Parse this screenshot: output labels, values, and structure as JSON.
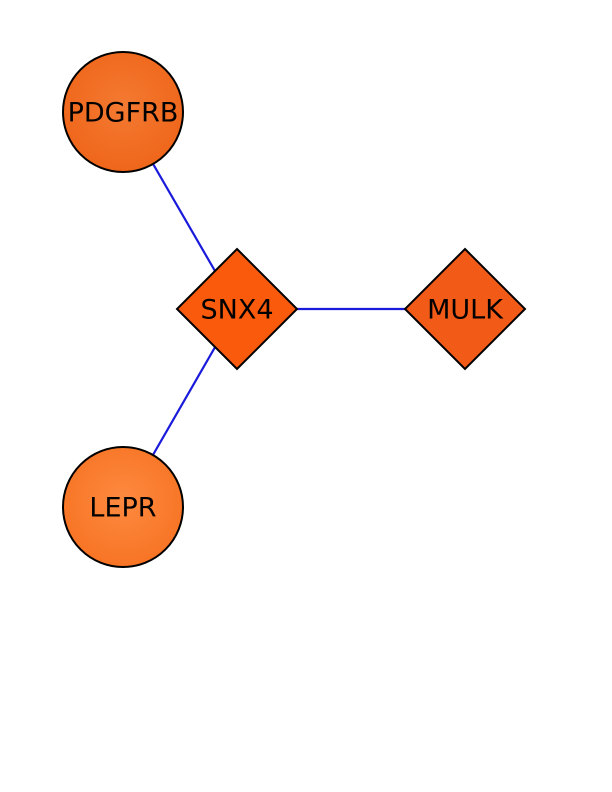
{
  "network": {
    "edge_color": "#1a1adb",
    "nodes": [
      {
        "id": "PDGFRB",
        "label": "PDGFRB",
        "shape": "circle",
        "color": "#f26a22"
      },
      {
        "id": "SNX4",
        "label": "SNX4",
        "shape": "diamond",
        "color": "#f95a0c"
      },
      {
        "id": "MULK",
        "label": "MULK",
        "shape": "diamond",
        "color": "#f25a18"
      },
      {
        "id": "LEPR",
        "label": "LEPR",
        "shape": "circle",
        "color": "#fb7a30"
      }
    ],
    "edges": [
      {
        "source": "PDGFRB",
        "target": "SNX4"
      },
      {
        "source": "SNX4",
        "target": "MULK"
      },
      {
        "source": "SNX4",
        "target": "LEPR"
      }
    ]
  }
}
